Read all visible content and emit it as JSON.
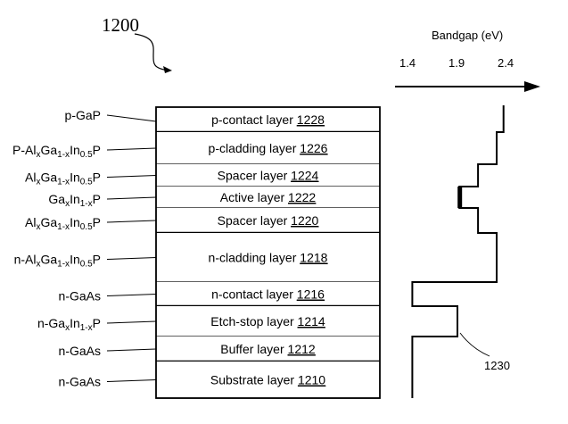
{
  "figure": {
    "ref_number": "1200",
    "profile_ref_number": "1230",
    "axis": {
      "title": "Bandgap (eV)",
      "ticks": [
        "1.4",
        "1.9",
        "2.4"
      ],
      "tick_values": [
        1.4,
        1.9,
        2.4
      ]
    },
    "layers": [
      {
        "name": "p-contact layer",
        "ref": "1228",
        "material": "p-GaP",
        "material_parts": [
          [
            "p-GaP",
            ""
          ]
        ],
        "bandgap_ev": 2.37,
        "rel_thickness": 28,
        "thick_bottom": true
      },
      {
        "name": "p-cladding layer",
        "ref": "1226",
        "material": "P-AlxGa1-xIn0.5P",
        "material_parts": [
          [
            "P-Al",
            ""
          ],
          [
            "x",
            "sub"
          ],
          [
            "Ga",
            ""
          ],
          [
            "1-x",
            "sub"
          ],
          [
            "In",
            ""
          ],
          [
            "0.5",
            "sub"
          ],
          [
            "P",
            ""
          ]
        ],
        "bandgap_ev": 2.3,
        "rel_thickness": 36,
        "thick_bottom": false
      },
      {
        "name": "Spacer layer",
        "ref": "1224",
        "material": "AlxGa1-xIn0.5P",
        "material_parts": [
          [
            "Al",
            ""
          ],
          [
            "x",
            "sub"
          ],
          [
            "Ga",
            ""
          ],
          [
            "1-x",
            "sub"
          ],
          [
            "In",
            ""
          ],
          [
            "0.5",
            "sub"
          ],
          [
            "P",
            ""
          ]
        ],
        "bandgap_ev": 2.11,
        "rel_thickness": 25,
        "thick_bottom": false
      },
      {
        "name": "Active layer",
        "ref": "1222",
        "material": "GaxIn1-xP",
        "material_parts": [
          [
            "Ga",
            ""
          ],
          [
            "x",
            "sub"
          ],
          [
            "In",
            ""
          ],
          [
            "1-x",
            "sub"
          ],
          [
            "P",
            ""
          ]
        ],
        "bandgap_ev": 1.92,
        "rel_thickness": 24,
        "thick_bottom": false
      },
      {
        "name": "Spacer layer",
        "ref": "1220",
        "material": "AlxGa1-xIn0.5P",
        "material_parts": [
          [
            "Al",
            ""
          ],
          [
            "x",
            "sub"
          ],
          [
            "Ga",
            ""
          ],
          [
            "1-x",
            "sub"
          ],
          [
            "In",
            ""
          ],
          [
            "0.5",
            "sub"
          ],
          [
            "P",
            ""
          ]
        ],
        "bandgap_ev": 2.11,
        "rel_thickness": 28,
        "thick_bottom": true
      },
      {
        "name": "n-cladding layer",
        "ref": "1218",
        "material": "n-AlxGa1-xIn0.5P",
        "material_parts": [
          [
            "n-Al",
            ""
          ],
          [
            "x",
            "sub"
          ],
          [
            "Ga",
            ""
          ],
          [
            "1-x",
            "sub"
          ],
          [
            "In",
            ""
          ],
          [
            "0.5",
            "sub"
          ],
          [
            "P",
            ""
          ]
        ],
        "bandgap_ev": 2.3,
        "rel_thickness": 55,
        "thick_bottom": false
      },
      {
        "name": "n-contact layer",
        "ref": "1216",
        "material": "n-GaAs",
        "material_parts": [
          [
            "n-GaAs",
            ""
          ]
        ],
        "bandgap_ev": 1.44,
        "rel_thickness": 27,
        "thick_bottom": true
      },
      {
        "name": "Etch-stop layer",
        "ref": "1214",
        "material": "n-GaxIn1-xP",
        "material_parts": [
          [
            "n-Ga",
            ""
          ],
          [
            "x",
            "sub"
          ],
          [
            "In",
            ""
          ],
          [
            "1-x",
            "sub"
          ],
          [
            "P",
            ""
          ]
        ],
        "bandgap_ev": 1.9,
        "rel_thickness": 34,
        "thick_bottom": false
      },
      {
        "name": "Buffer layer",
        "ref": "1212",
        "material": "n-GaAs",
        "material_parts": [
          [
            "n-GaAs",
            ""
          ]
        ],
        "bandgap_ev": 1.44,
        "rel_thickness": 28,
        "thick_bottom": true
      },
      {
        "name": "Substrate layer",
        "ref": "1210",
        "material": "n-GaAs",
        "material_parts": [
          [
            "n-GaAs",
            ""
          ]
        ],
        "bandgap_ev": 1.44,
        "rel_thickness": 41,
        "thick_bottom": false
      }
    ]
  }
}
